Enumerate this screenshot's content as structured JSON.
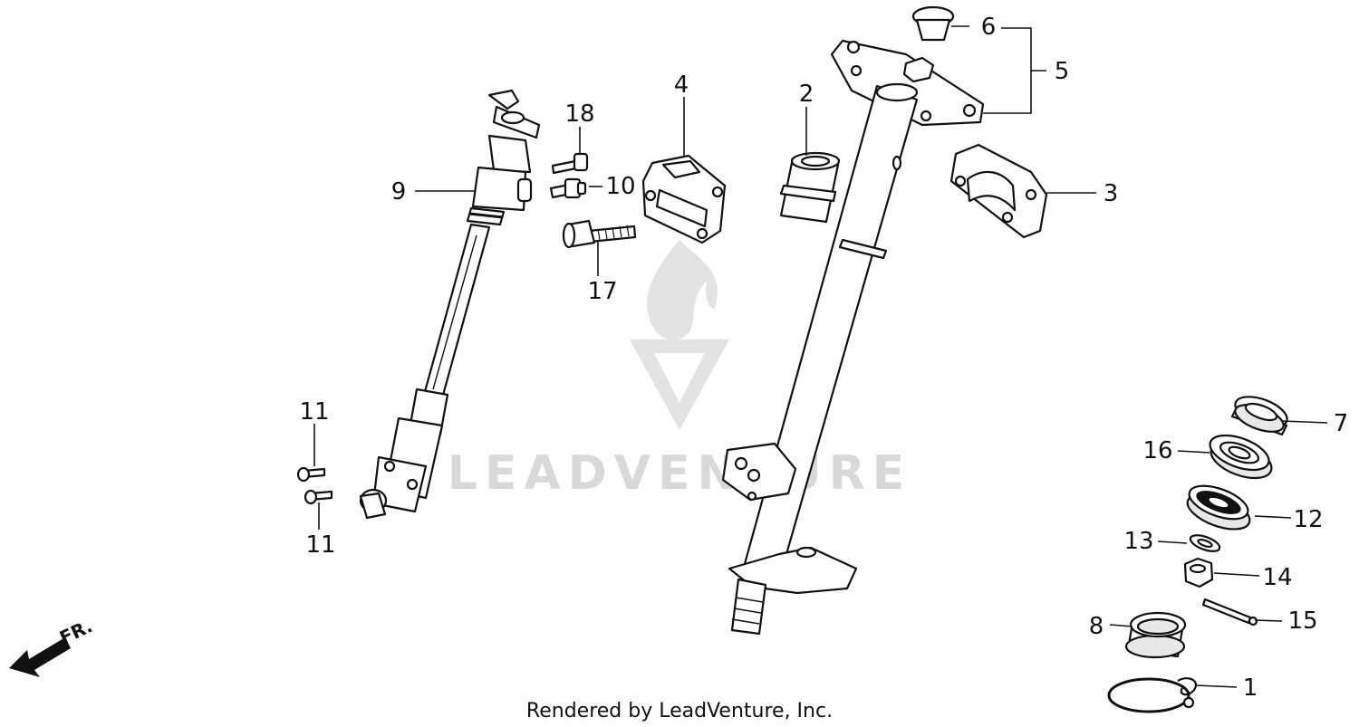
{
  "labels": {
    "p1": "1",
    "p2": "2",
    "p3": "3",
    "p4": "4",
    "p5": "5",
    "p6": "6",
    "p7": "7",
    "p8": "8",
    "p9": "9",
    "p10": "10",
    "p11a": "11",
    "p11b": "11",
    "p12": "12",
    "p13": "13",
    "p14": "14",
    "p15": "15",
    "p16": "16",
    "p17": "17",
    "p18": "18"
  },
  "direction_label": "FR.",
  "watermark_text": "LEADVENTURE",
  "footer": "Rendered by LeadVenture, Inc."
}
